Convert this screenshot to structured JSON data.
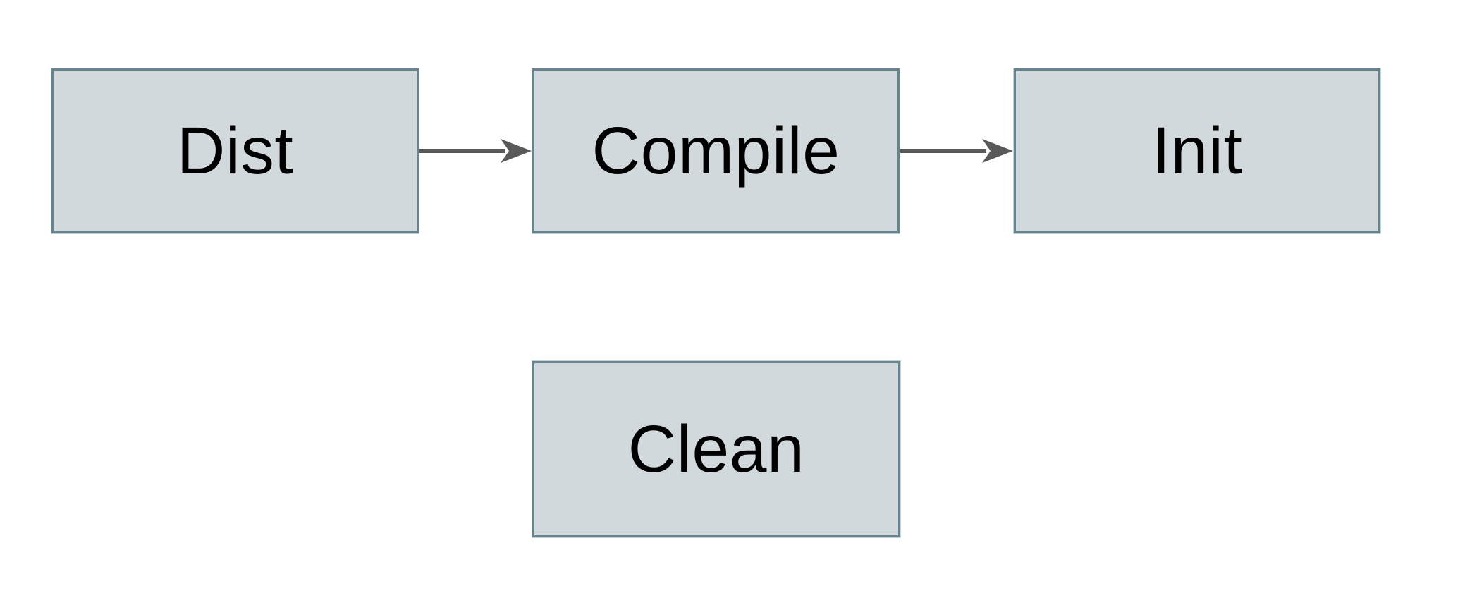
{
  "diagram": {
    "type": "flowchart",
    "nodes": {
      "dist": {
        "label": "Dist"
      },
      "compile": {
        "label": "Compile"
      },
      "init": {
        "label": "Init"
      },
      "clean": {
        "label": "Clean"
      }
    },
    "edges": [
      {
        "from": "Dist",
        "to": "Compile",
        "style": "solid-arrow"
      },
      {
        "from": "Compile",
        "to": "Init",
        "style": "solid-arrow"
      }
    ],
    "colors": {
      "background": "#ffffff",
      "node_fill": "#d2d9dc",
      "node_border": "#688390",
      "arrow": "#595959",
      "text": "#000000"
    }
  }
}
